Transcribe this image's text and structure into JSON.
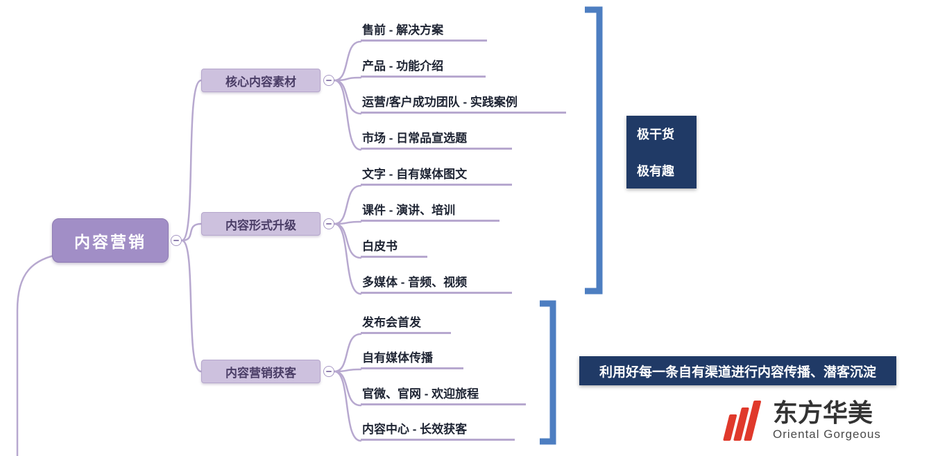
{
  "root": {
    "label": "内容营销"
  },
  "branches": [
    {
      "label": "核心内容素材",
      "leaves": [
        {
          "label": "售前 - 解决方案"
        },
        {
          "label": "产品 - 功能介绍"
        },
        {
          "label": "运营/客户成功团队 - 实践案例"
        },
        {
          "label": "市场 - 日常品宣选题"
        }
      ]
    },
    {
      "label": "内容形式升级",
      "leaves": [
        {
          "label": "文字 - 自有媒体图文"
        },
        {
          "label": "课件 - 演讲、培训"
        },
        {
          "label": "白皮书"
        },
        {
          "label": "多媒体 - 音频、视频"
        }
      ]
    },
    {
      "label": "内容营销获客",
      "leaves": [
        {
          "label": "发布会首发"
        },
        {
          "label": "自有媒体传播"
        },
        {
          "label": "官微、官网 - 欢迎旅程"
        },
        {
          "label": "内容中心 - 长效获客"
        }
      ]
    }
  ],
  "annotations": [
    {
      "lines": [
        "极干货",
        "极有趣"
      ]
    },
    {
      "lines": [
        "利用好每一条自有渠道进行内容传播、潜客沉淀"
      ]
    }
  ],
  "brand": {
    "name": "东方华美",
    "subtitle": "Oriental Gorgeous"
  },
  "colors": {
    "root-fill": "#a18ec6",
    "branch-fill": "#cdc1de",
    "line": "#b7a8cf",
    "leaf-text": "#1e2433",
    "bracket": "#4d7ec1",
    "callout-bg": "#203a66",
    "callout-text": "#ffffff",
    "logo-red": "#e0392b",
    "brand-text": "#333333"
  }
}
